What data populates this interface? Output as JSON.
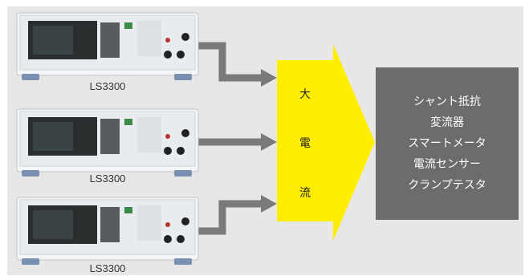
{
  "instruments": [
    {
      "model": "LS3300"
    },
    {
      "model": "LS3300"
    },
    {
      "model": "LS3300"
    }
  ],
  "big_arrow": {
    "label_chars": [
      "大",
      "電",
      "流"
    ],
    "color": "#ffee00"
  },
  "connector_color": "#7a7a7a",
  "targets": {
    "background": "#6c6c6c",
    "items": [
      "シャント抵抗",
      "変流器",
      "スマートメータ",
      "電流センサー",
      "クランプテスタ"
    ]
  }
}
